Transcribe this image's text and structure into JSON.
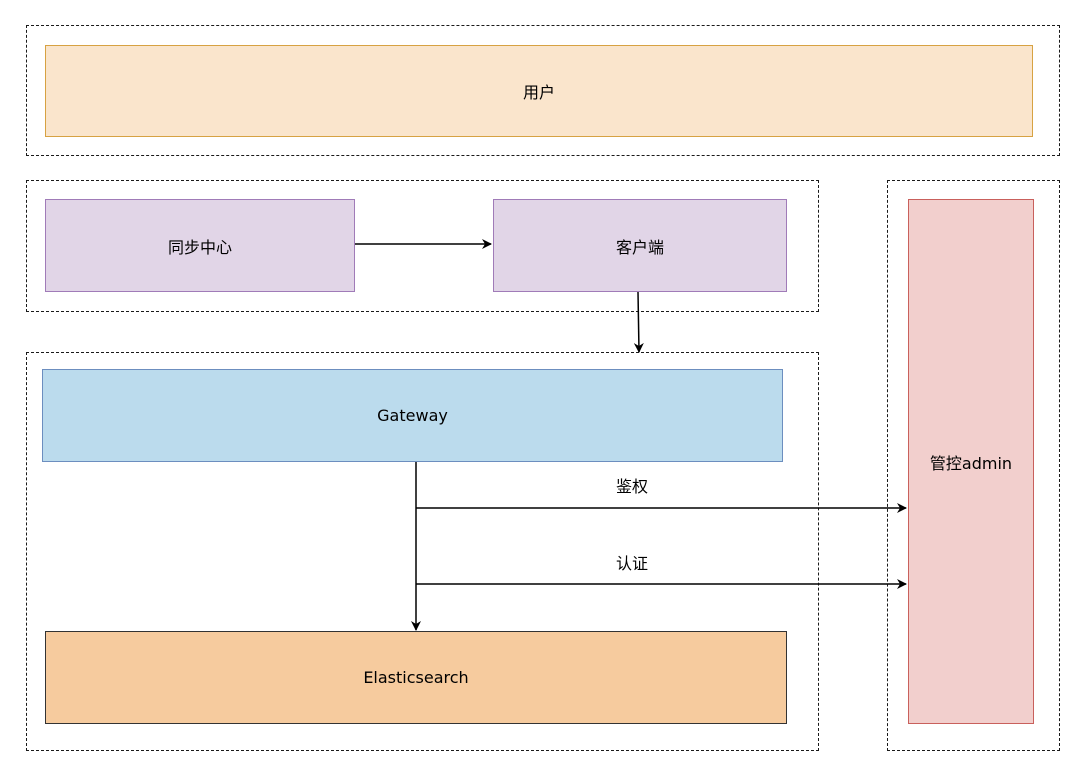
{
  "nodes": {
    "user": {
      "label": "用户",
      "fill": "#fae5cc",
      "stroke": "#d7a242"
    },
    "sync_center": {
      "label": "同步中心",
      "fill": "#e1d5e7",
      "stroke": "#a07bb8"
    },
    "client": {
      "label": "客户端",
      "fill": "#e1d5e7",
      "stroke": "#a07bb8"
    },
    "gateway": {
      "label": "Gateway",
      "fill": "#bbdbed",
      "stroke": "#6c8ebf"
    },
    "elasticsearch": {
      "label": "Elasticsearch",
      "fill": "#f6cb9e",
      "stroke": "#333333"
    },
    "admin": {
      "label": "管控admin",
      "fill": "#f2cfcd",
      "stroke": "#c9605c"
    }
  },
  "edges": {
    "auth_label": "鉴权",
    "authentication_label": "认证"
  }
}
